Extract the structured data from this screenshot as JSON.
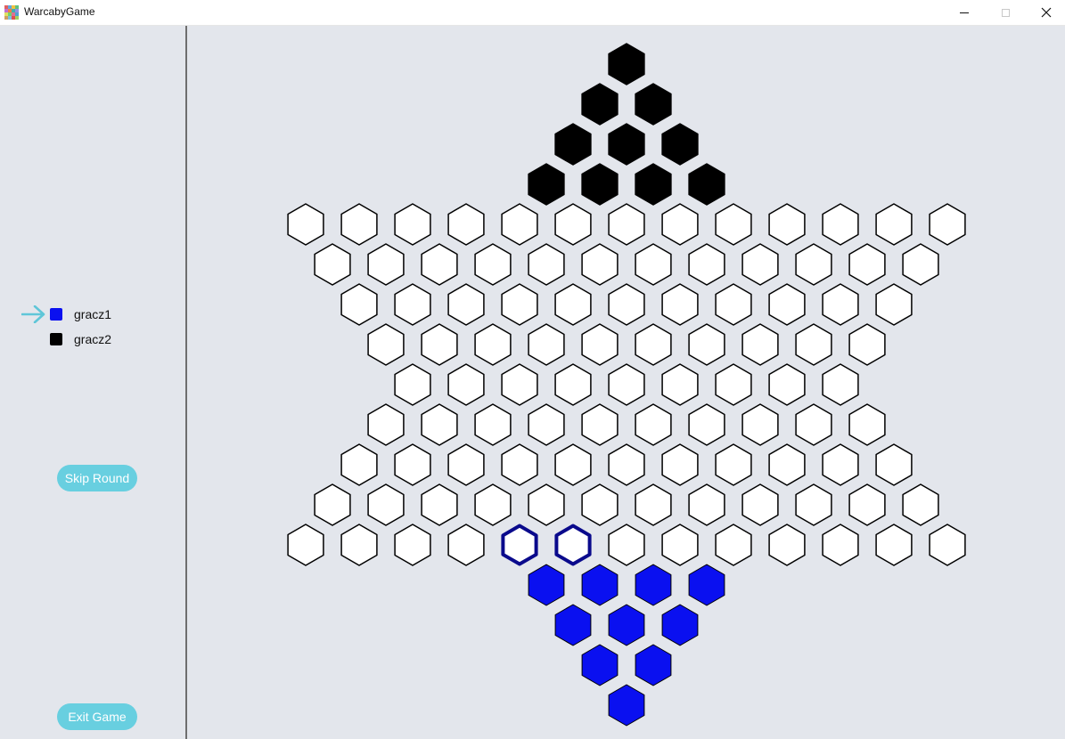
{
  "window": {
    "title": "WarcabyGame",
    "icon": "app-grid-icon",
    "controls": [
      "minimize-icon",
      "maximize-icon",
      "close-icon"
    ]
  },
  "sidebar": {
    "players": [
      {
        "name": "gracz1",
        "color": "#0a10f0",
        "current": true
      },
      {
        "name": "gracz2",
        "color": "#000000",
        "current": false
      }
    ],
    "turn_indicator_icon": "arrow-right-icon",
    "turn_indicator_color": "#5fc6d8",
    "skip_label": "Skip Round",
    "exit_label": "Exit Game",
    "button_color": "#68cfe0"
  },
  "board": {
    "shape": "six-pointed star",
    "rows": [
      {
        "cells": [
          "black"
        ]
      },
      {
        "cells": [
          "black",
          "black"
        ]
      },
      {
        "cells": [
          "black",
          "black",
          "black"
        ]
      },
      {
        "cells": [
          "black",
          "black",
          "black",
          "black"
        ]
      },
      {
        "cells": [
          "empty",
          "empty",
          "empty",
          "empty",
          "empty",
          "empty",
          "empty",
          "empty",
          "empty",
          "empty",
          "empty",
          "empty",
          "empty"
        ]
      },
      {
        "cells": [
          "empty",
          "empty",
          "empty",
          "empty",
          "empty",
          "empty",
          "empty",
          "empty",
          "empty",
          "empty",
          "empty",
          "empty"
        ]
      },
      {
        "cells": [
          "empty",
          "empty",
          "empty",
          "empty",
          "empty",
          "empty",
          "empty",
          "empty",
          "empty",
          "empty",
          "empty"
        ]
      },
      {
        "cells": [
          "empty",
          "empty",
          "empty",
          "empty",
          "empty",
          "empty",
          "empty",
          "empty",
          "empty",
          "empty"
        ]
      },
      {
        "cells": [
          "empty",
          "empty",
          "empty",
          "empty",
          "empty",
          "empty",
          "empty",
          "empty",
          "empty"
        ]
      },
      {
        "cells": [
          "empty",
          "empty",
          "empty",
          "empty",
          "empty",
          "empty",
          "empty",
          "empty",
          "empty",
          "empty"
        ]
      },
      {
        "cells": [
          "empty",
          "empty",
          "empty",
          "empty",
          "empty",
          "empty",
          "empty",
          "empty",
          "empty",
          "empty",
          "empty"
        ]
      },
      {
        "cells": [
          "empty",
          "empty",
          "empty",
          "empty",
          "empty",
          "empty",
          "empty",
          "empty",
          "empty",
          "empty",
          "empty",
          "empty"
        ]
      },
      {
        "cells": [
          "empty",
          "empty",
          "empty",
          "empty",
          "highlight",
          "highlight",
          "empty",
          "empty",
          "empty",
          "empty",
          "empty",
          "empty",
          "empty"
        ]
      },
      {
        "cells": [
          "blue",
          "blue",
          "blue",
          "blue"
        ]
      },
      {
        "cells": [
          "blue",
          "blue",
          "blue"
        ]
      },
      {
        "cells": [
          "blue",
          "blue"
        ]
      },
      {
        "cells": [
          "blue"
        ]
      }
    ],
    "colors": {
      "empty_fill": "#ffffff",
      "empty_stroke": "#000000",
      "black_fill": "#000000",
      "blue_fill": "#0a10f0",
      "highlight_stroke": "#0a0a8c"
    }
  }
}
